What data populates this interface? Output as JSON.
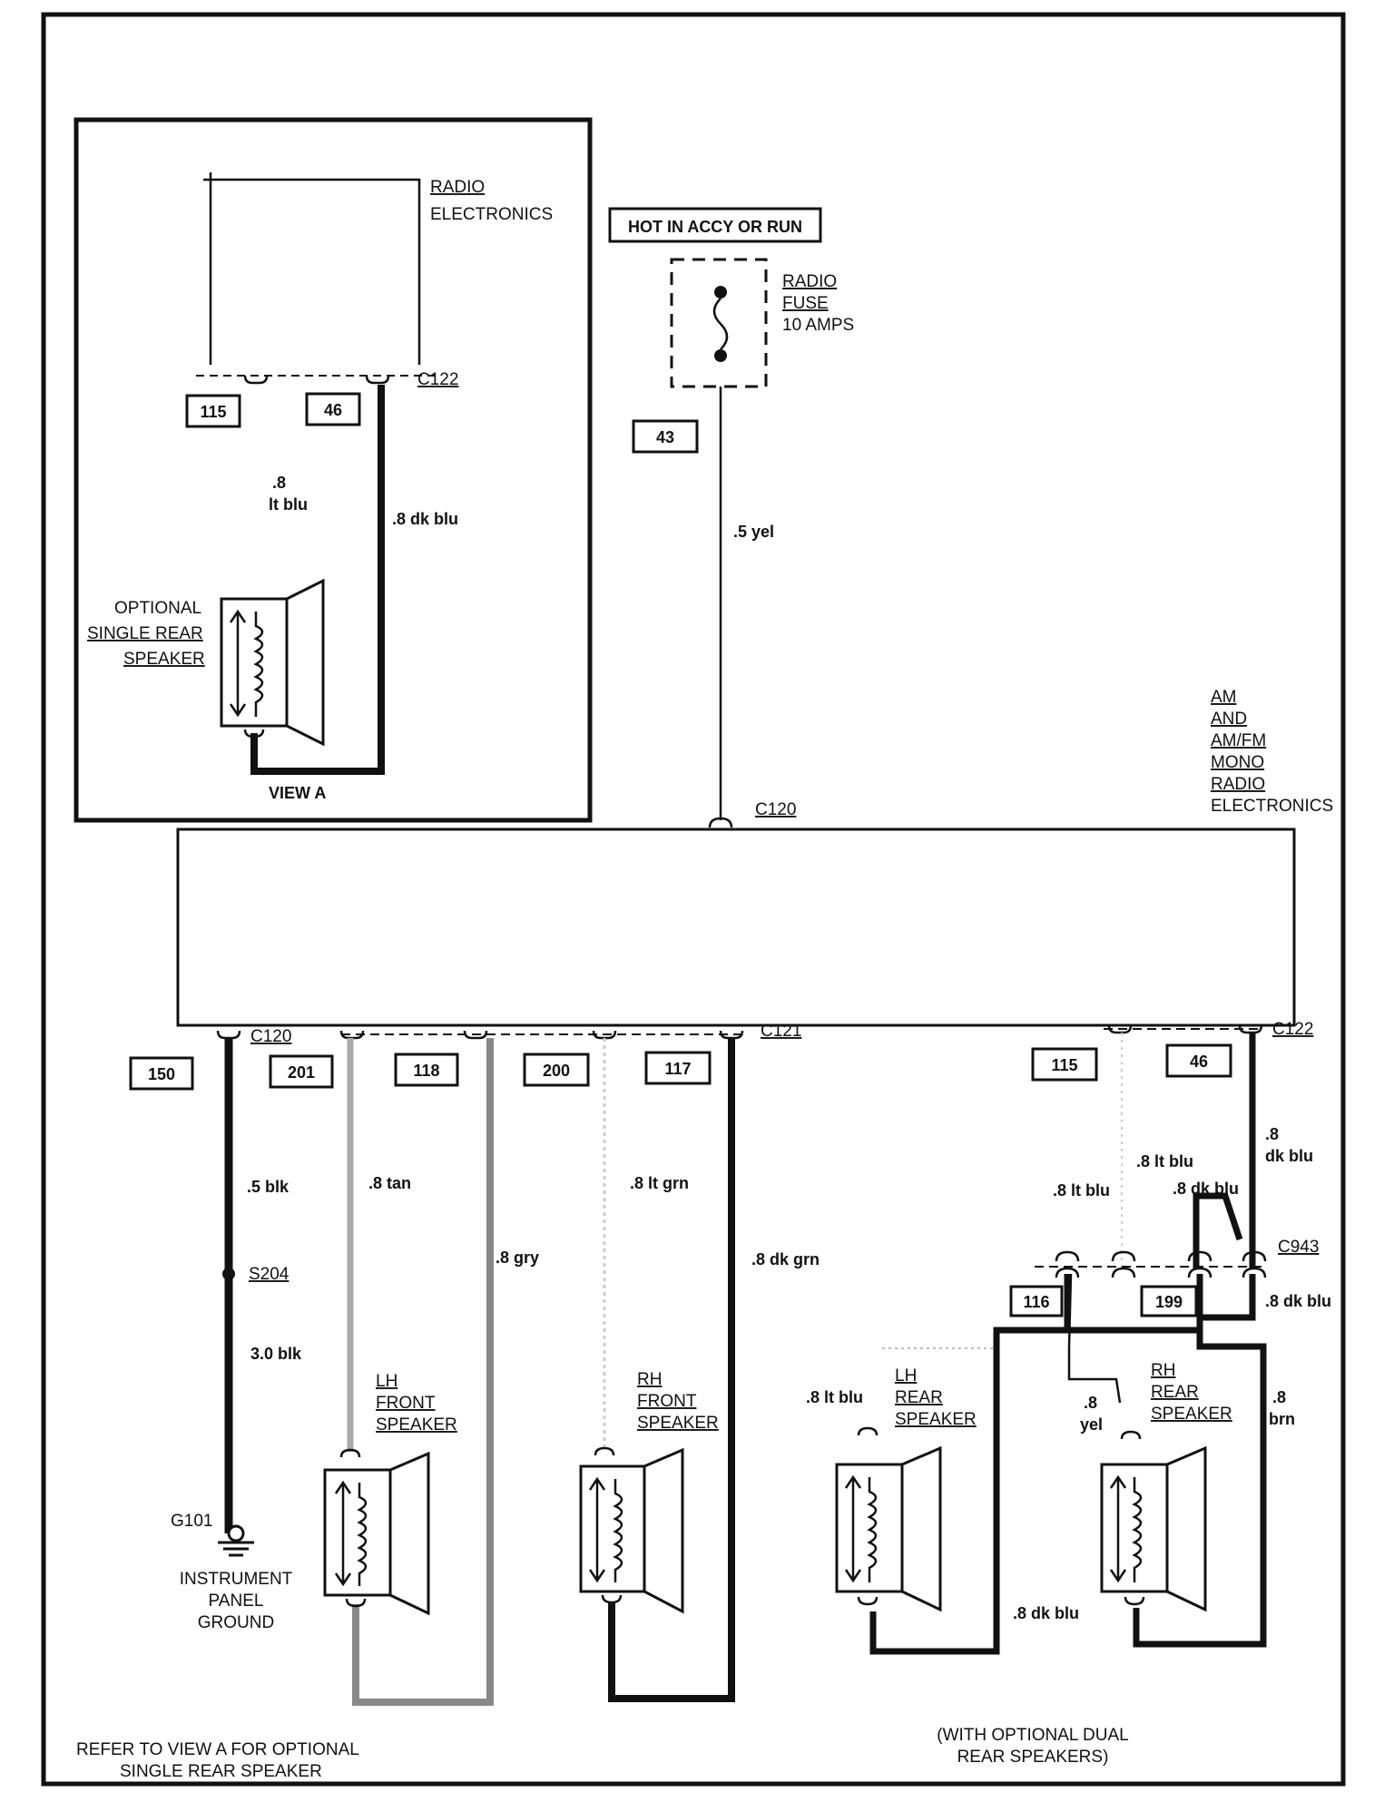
{
  "view_a": {
    "radio_label": [
      "RADIO",
      "ELECTRONICS"
    ],
    "connector": "C122",
    "circuits": [
      "115",
      "46"
    ],
    "wire_lt_blu": [
      ".8",
      "lt blu"
    ],
    "wire_dk_blu": ".8 dk blu",
    "speaker_label": [
      "OPTIONAL",
      "SINGLE REAR",
      "SPEAKER"
    ],
    "title": "VIEW A"
  },
  "power": {
    "hot_label": "HOT IN ACCY OR RUN",
    "fuse_label": [
      "RADIO",
      "FUSE",
      "10 AMPS"
    ],
    "circuit": "43",
    "wire": ".5 yel",
    "connector": "C120"
  },
  "radio_unit": {
    "label": [
      "AM",
      "AND",
      "AM/FM",
      "MONO",
      "RADIO",
      "ELECTRONICS"
    ]
  },
  "connectors": {
    "c120": "C120",
    "c121": "C121",
    "c122": "C122",
    "c943": "C943",
    "s204": "S204",
    "g101": "G101"
  },
  "circuits": {
    "c150": "150",
    "c201": "201",
    "c118": "118",
    "c200": "200",
    "c117": "117",
    "c115": "115",
    "c46": "46",
    "c116": "116",
    "c199": "199"
  },
  "wires": {
    "blk5": ".5 blk",
    "blk30": "3.0 blk",
    "tan": ".8 tan",
    "gry": ".8 gry",
    "ltgrn": ".8 lt grn",
    "dkgrn": ".8 dk grn",
    "dkblu_top": [
      ".8",
      "dk blu"
    ],
    "ltblu_a": ".8 lt blu",
    "ltblu_b": ".8 lt blu",
    "dkblu_c": ".8 dk blu",
    "dkblu_d": ".8 dk blu",
    "ltblu_lh": ".8 lt blu",
    "yel": [
      ".8",
      "yel"
    ],
    "brn": [
      ".8",
      "brn"
    ],
    "dkblu_bottom": ".8 dk blu"
  },
  "ground_label": [
    "INSTRUMENT",
    "PANEL",
    "GROUND"
  ],
  "speakers": {
    "lh_front": [
      "LH",
      "FRONT",
      "SPEAKER"
    ],
    "rh_front": [
      "RH",
      "FRONT",
      "SPEAKER"
    ],
    "lh_rear": [
      "LH",
      "REAR",
      "SPEAKER"
    ],
    "rh_rear": [
      "RH",
      "REAR",
      "SPEAKER"
    ]
  },
  "notes": {
    "left": [
      "REFER TO VIEW A FOR OPTIONAL",
      "SINGLE REAR SPEAKER"
    ],
    "right": [
      "(WITH OPTIONAL DUAL",
      "REAR SPEAKERS)"
    ]
  }
}
